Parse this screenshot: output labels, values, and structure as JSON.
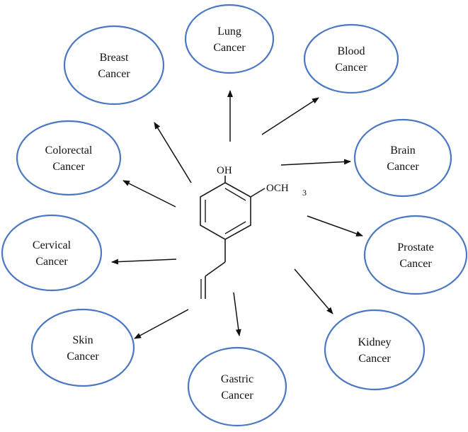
{
  "colors": {
    "ellipse_stroke": "#4a78c2",
    "ellipse_fill": "#ffffff",
    "arrow": "#111111",
    "text": "#111111",
    "bond": "#1a1a1a"
  },
  "molecule": {
    "hydroxyl_label": "OH",
    "methoxy_label": "OCH",
    "methoxy_subscript": "3"
  },
  "cancers": [
    {
      "id": "lung",
      "line1": "Lung",
      "line2": "Cancer"
    },
    {
      "id": "blood",
      "line1": "Blood",
      "line2": "Cancer"
    },
    {
      "id": "brain",
      "line1": "Brain",
      "line2": "Cancer"
    },
    {
      "id": "prostate",
      "line1": "Prostate",
      "line2": "Cancer"
    },
    {
      "id": "kidney",
      "line1": "Kidney",
      "line2": "Cancer"
    },
    {
      "id": "gastric",
      "line1": "Gastric",
      "line2": "Cancer"
    },
    {
      "id": "skin",
      "line1": "Skin",
      "line2": "Cancer"
    },
    {
      "id": "cervical",
      "line1": "Cervical",
      "line2": "Cancer"
    },
    {
      "id": "colorectal",
      "line1": "Colorectal",
      "line2": "Cancer"
    },
    {
      "id": "breast",
      "line1": "Breast",
      "line2": "Cancer"
    }
  ]
}
